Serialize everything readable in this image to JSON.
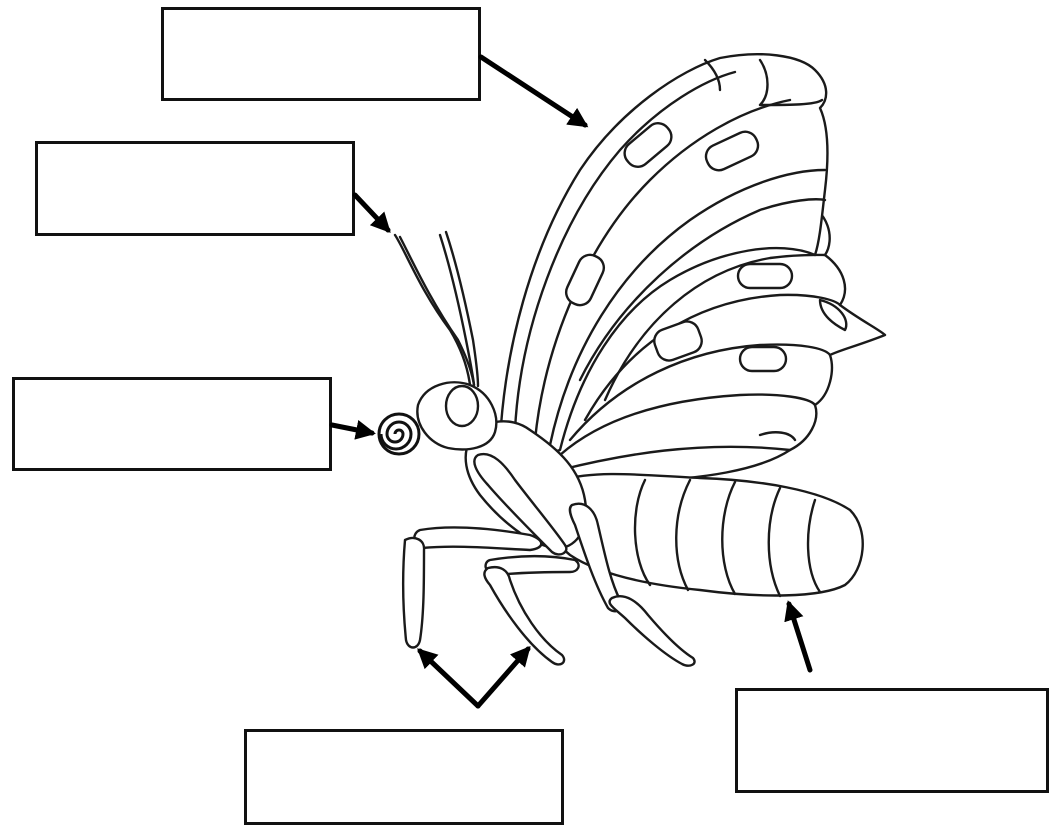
{
  "diagram": {
    "subject": "butterfly-outline",
    "labels": [
      {
        "id": "wings",
        "text": ""
      },
      {
        "id": "antenna",
        "text": ""
      },
      {
        "id": "proboscis",
        "text": ""
      },
      {
        "id": "legs",
        "text": ""
      },
      {
        "id": "abdomen",
        "text": ""
      }
    ]
  }
}
